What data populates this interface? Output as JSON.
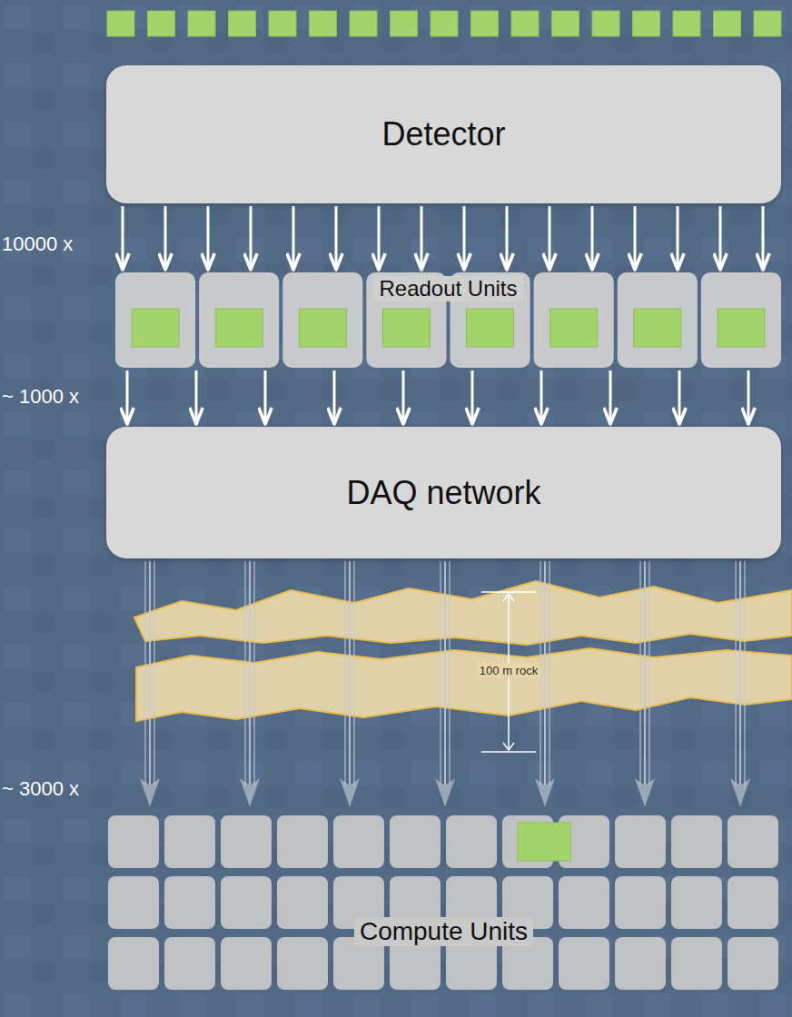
{
  "diagram": {
    "nodes": [
      {
        "text": [
          "Detector"
        ]
      },
      {
        "text": [
          "Readout Units"
        ]
      },
      {
        "text": [
          "DAQ network"
        ]
      },
      {
        "text": [
          "Compute Units"
        ]
      }
    ],
    "edges": [
      {
        "from": 0,
        "to": 1,
        "arrow": "to",
        "label": "10000 x"
      },
      {
        "from": 1,
        "to": 2,
        "arrow": "to",
        "label": "~ 1000 x"
      },
      {
        "from": 2,
        "to": 3,
        "arrow": "to",
        "label": "~ 3000 x"
      }
    ],
    "labels": [
      "100 m rock"
    ]
  }
}
